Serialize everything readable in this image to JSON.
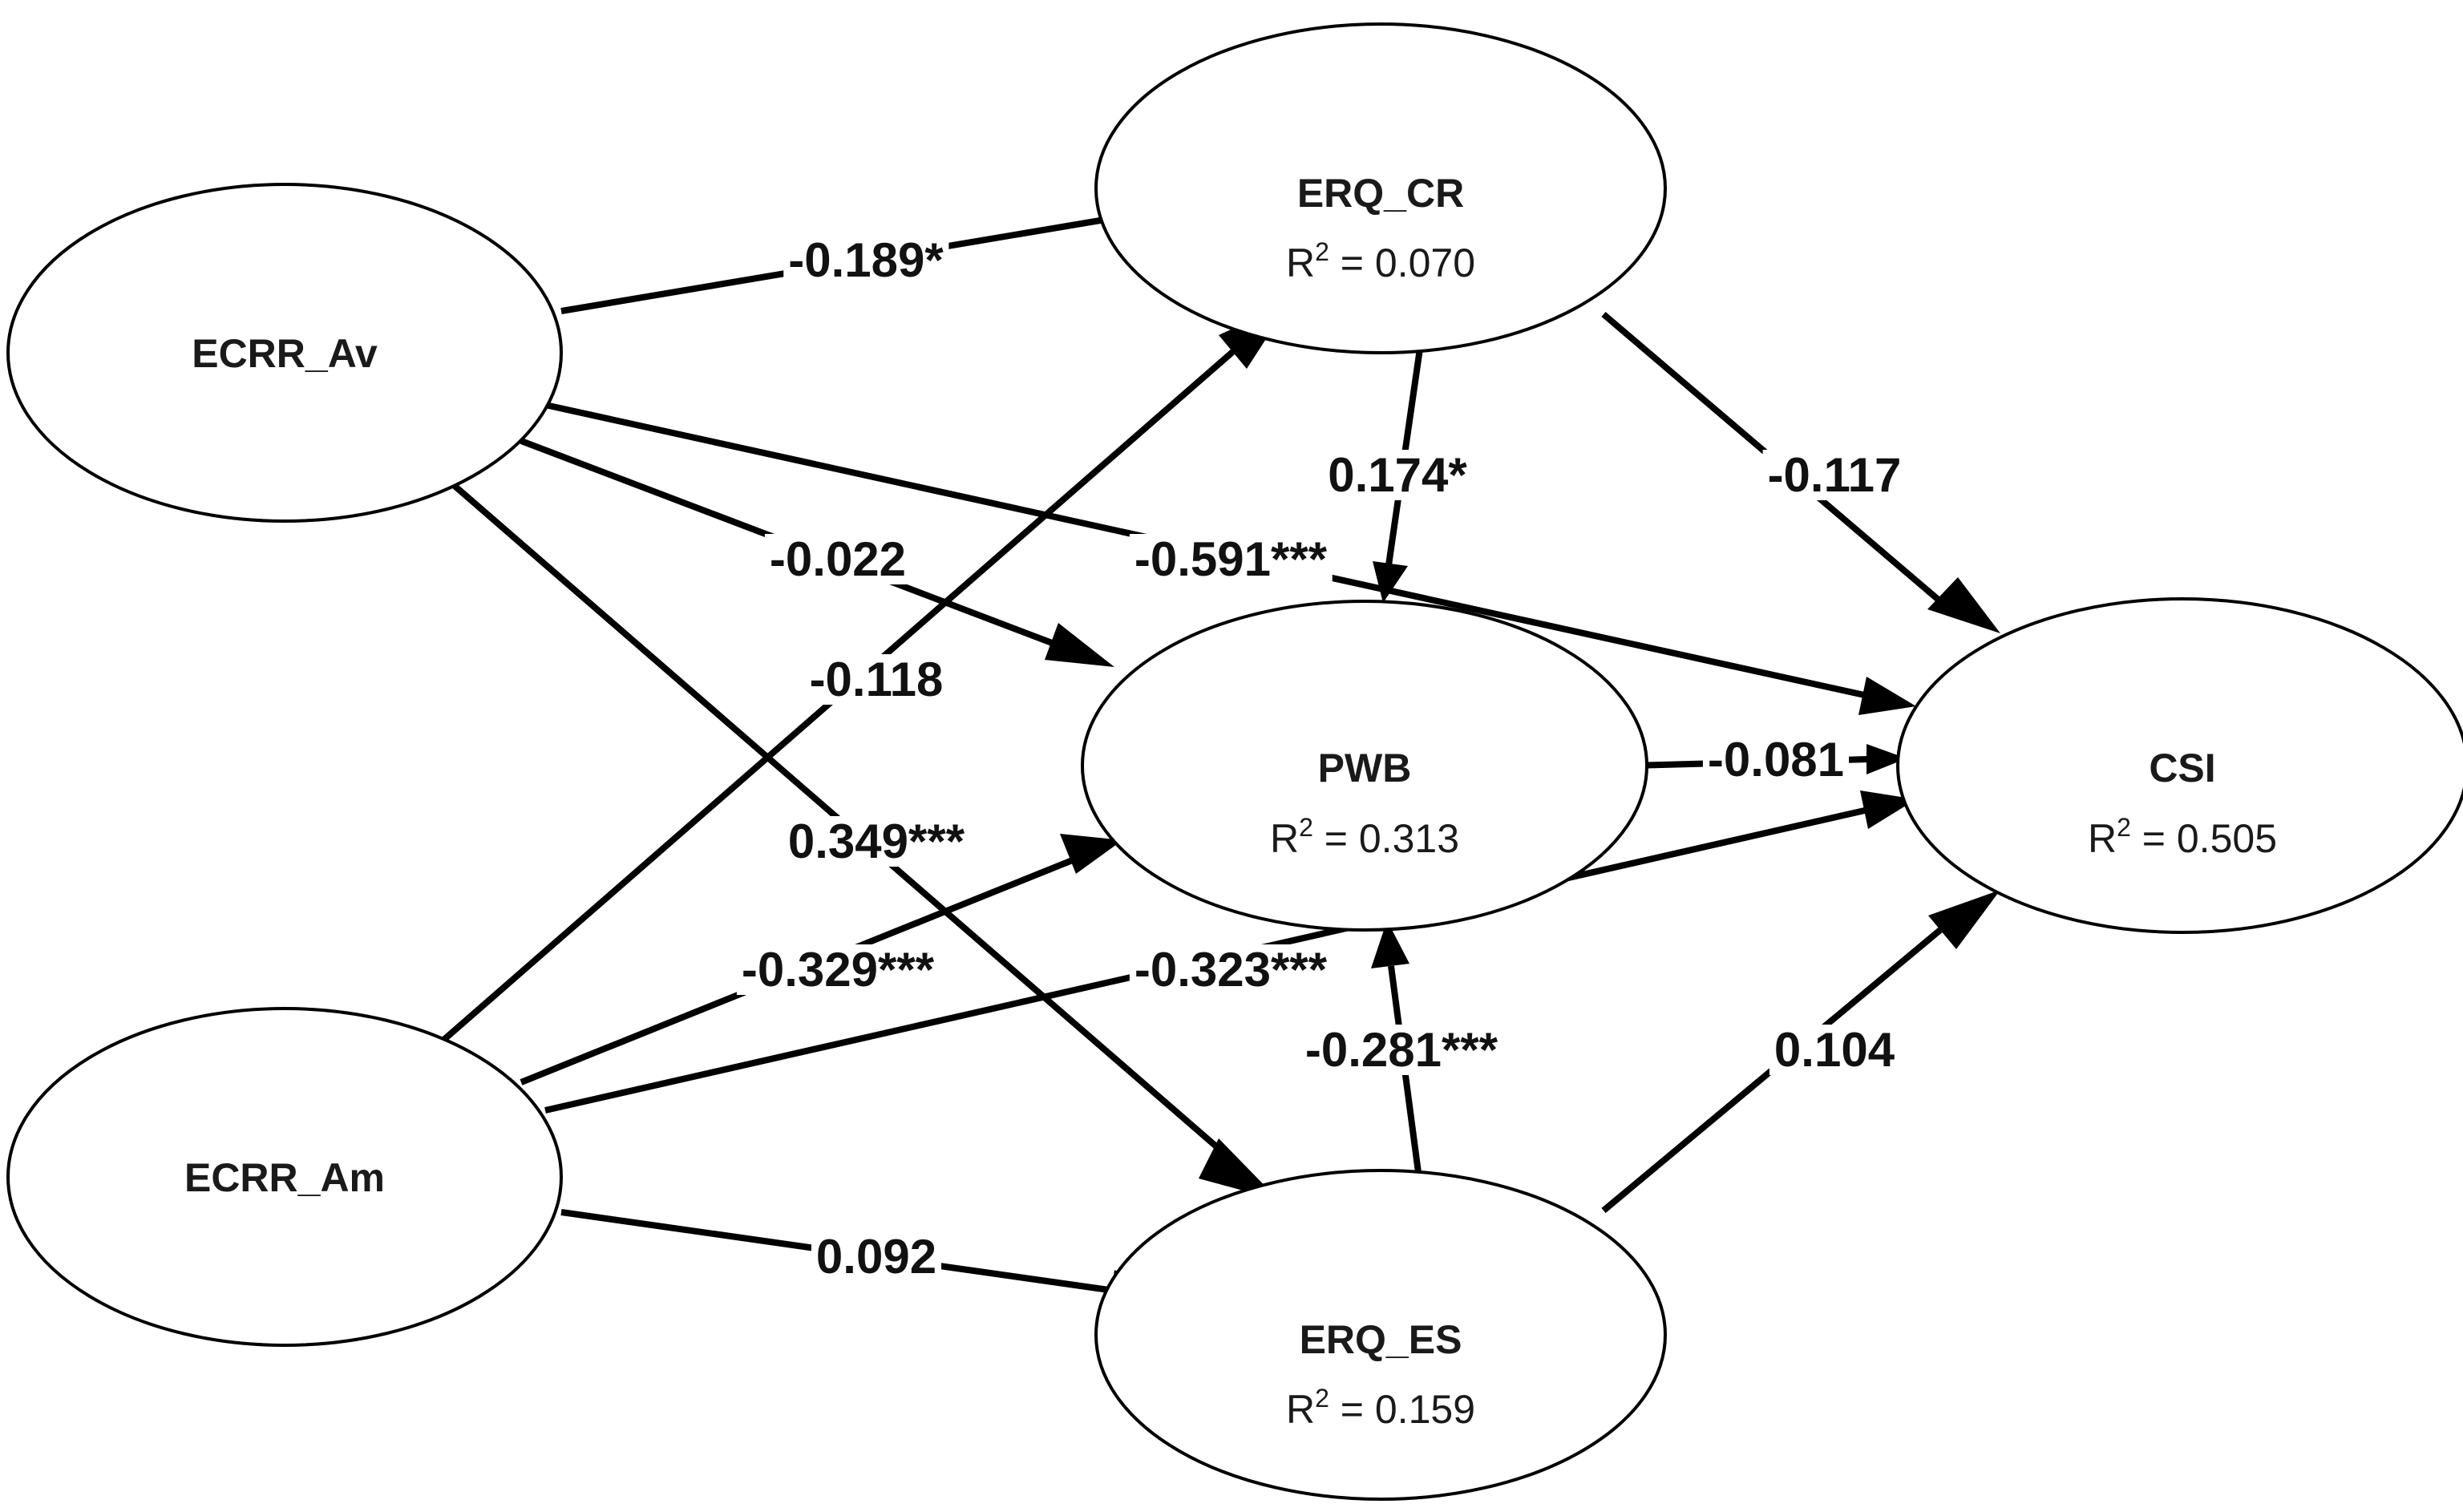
{
  "nodes": {
    "ecrr_av": {
      "name": "ECRR_Av"
    },
    "ecrr_am": {
      "name": "ECRR_Am"
    },
    "erq_cr": {
      "name": "ERQ_CR",
      "r2_prefix": "R",
      "r2_exp": "2",
      "r2_value": " = 0.070"
    },
    "pwb": {
      "name": "PWB",
      "r2_prefix": "R",
      "r2_exp": "2",
      "r2_value": " = 0.313"
    },
    "erq_es": {
      "name": "ERQ_ES",
      "r2_prefix": "R",
      "r2_exp": "2",
      "r2_value": " = 0.159"
    },
    "csi": {
      "name": "CSI",
      "r2_prefix": "R",
      "r2_exp": "2",
      "r2_value": " = 0.505"
    }
  },
  "paths": [
    {
      "from": "ECRR_Av",
      "to": "ERQ_CR",
      "coef": "-0.189*"
    },
    {
      "from": "ECRR_Av",
      "to": "PWB",
      "coef": "-0.022"
    },
    {
      "from": "ECRR_Av",
      "to": "CSI",
      "coef": "-0.591***"
    },
    {
      "from": "ECRR_Av",
      "to": "ERQ_ES",
      "coef": "0.349***"
    },
    {
      "from": "ECRR_Am",
      "to": "ERQ_CR",
      "coef": "-0.118"
    },
    {
      "from": "ECRR_Am",
      "to": "PWB",
      "coef": "-0.329***"
    },
    {
      "from": "ECRR_Am",
      "to": "CSI",
      "coef": "-0.323***"
    },
    {
      "from": "ECRR_Am",
      "to": "ERQ_ES",
      "coef": "0.092"
    },
    {
      "from": "ERQ_CR",
      "to": "PWB",
      "coef": "0.174*"
    },
    {
      "from": "ERQ_CR",
      "to": "CSI",
      "coef": "-0.117"
    },
    {
      "from": "PWB",
      "to": "CSI",
      "coef": "-0.081"
    },
    {
      "from": "ERQ_ES",
      "to": "PWB",
      "coef": "-0.281***"
    },
    {
      "from": "ERQ_ES",
      "to": "CSI",
      "coef": "0.104"
    }
  ]
}
